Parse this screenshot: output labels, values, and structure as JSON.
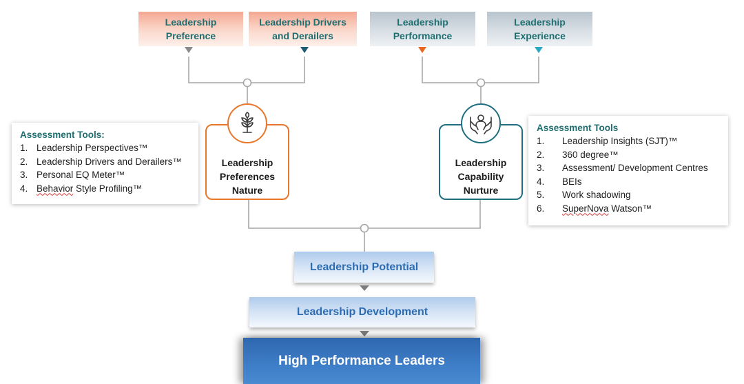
{
  "top_boxes": [
    {
      "label": "Leadership\nPreference",
      "arrow_color": "#8a8a8a"
    },
    {
      "label": "Leadership Drivers\nand Derailers",
      "arrow_color": "#1f5a70"
    },
    {
      "label": "Leadership\nPerformance",
      "arrow_color": "#e8661e"
    },
    {
      "label": "Leadership\nExperience",
      "arrow_color": "#2aa8c4"
    }
  ],
  "left_node": {
    "label": "Leadership\nPreferences\nNature",
    "icon": "plant-icon",
    "border_color": "#e8762b"
  },
  "right_node": {
    "label": "Leadership\nCapability\nNurture",
    "icon": "hands-person-icon",
    "border_color": "#1f6e80"
  },
  "left_tools": {
    "title": "Assessment Tools:",
    "items": [
      {
        "num": "1.",
        "text": "Leadership Perspectives™"
      },
      {
        "num": "2.",
        "text": "Leadership Drivers and Derailers™"
      },
      {
        "num": "3.",
        "text": "Personal EQ Meter™"
      },
      {
        "num": "4.",
        "text_underlined": "Behavior",
        "text": " Style Profiling™"
      }
    ]
  },
  "right_tools": {
    "title": "Assessment Tools",
    "items": [
      {
        "num": "1.",
        "text": "Leadership Insights (SJT)™"
      },
      {
        "num": "2.",
        "text": "360 degree™"
      },
      {
        "num": "3.",
        "text": "Assessment/ Development Centres"
      },
      {
        "num": "4.",
        "text": "BEIs"
      },
      {
        "num": "5.",
        "text": "Work shadowing"
      },
      {
        "num": "6.",
        "text_underlined": "SuperNova",
        "text": " Watson™"
      }
    ]
  },
  "stages": {
    "potential": "Leadership Potential",
    "development": "Leadership Development",
    "final": "High Performance Leaders"
  },
  "colors": {
    "connector": "#a6a6a6",
    "teal_text": "#1e6e70",
    "stage_text": "#2c6cb3",
    "final_bg": "#3a78c2"
  }
}
